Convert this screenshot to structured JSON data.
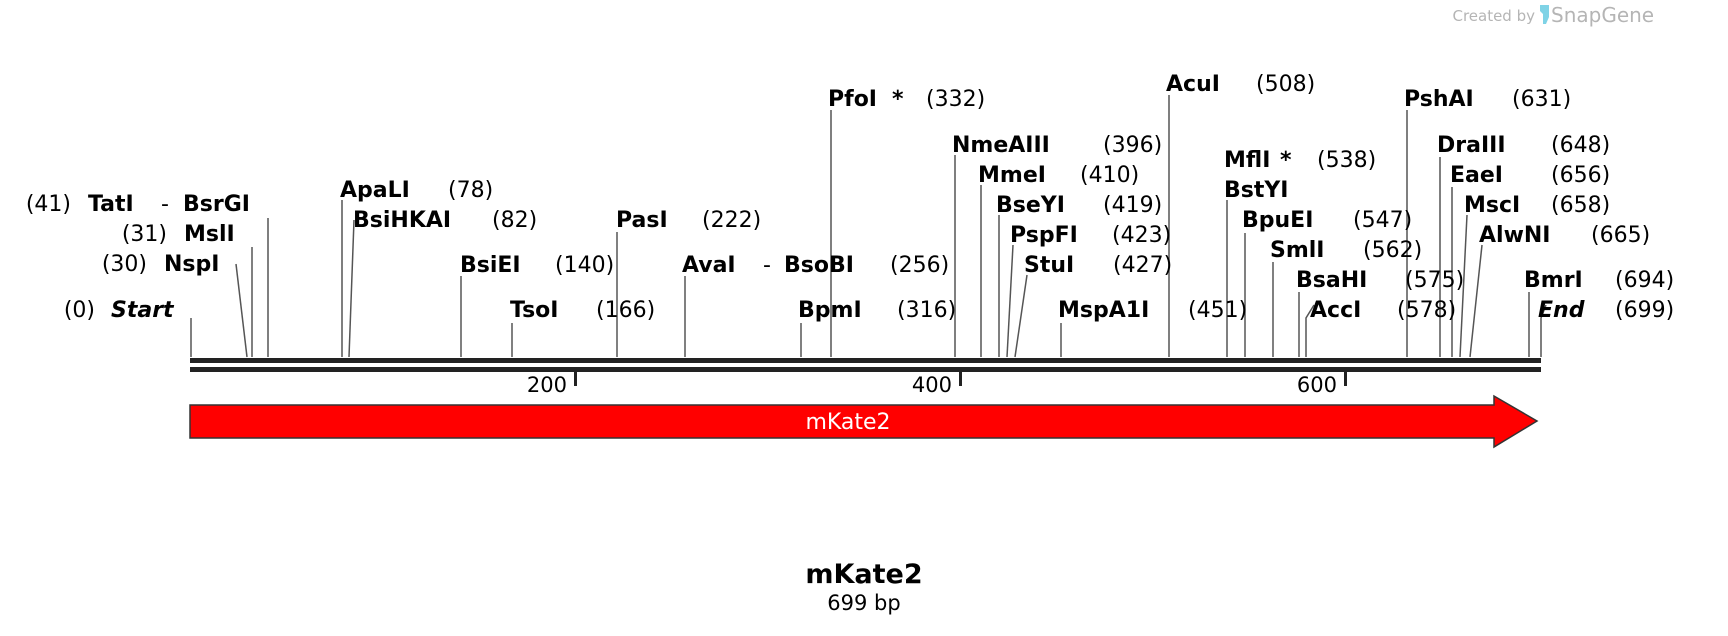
{
  "credit": {
    "prefix": "Created by",
    "brand": "SnapGene",
    "color": "#b5b5b5"
  },
  "sequence": {
    "name": "mKate2",
    "length_label": "699 bp",
    "length": 699
  },
  "ruler": {
    "ticks": [
      {
        "label": "200"
      },
      {
        "label": "400"
      },
      {
        "label": "600"
      }
    ]
  },
  "feature": {
    "label": "mKate2",
    "color": "#ff0000",
    "direction": "forward"
  },
  "sites": [
    {
      "name": "Start",
      "pos": "(0)",
      "italic": true
    },
    {
      "name": "NspI",
      "pos": "(30)"
    },
    {
      "name": "MslI",
      "pos": "(31)"
    },
    {
      "name": "TatI",
      "pos": "(41)",
      "joined_with": "BsrGI"
    },
    {
      "name": "BsrGI",
      "pos": ""
    },
    {
      "name": "ApaLI",
      "pos": "(78)"
    },
    {
      "name": "BsiHKAI",
      "pos": "(82)"
    },
    {
      "name": "BsiEI",
      "pos": "(140)"
    },
    {
      "name": "TsoI",
      "pos": "(166)"
    },
    {
      "name": "PasI",
      "pos": "(222)"
    },
    {
      "name": "AvaI",
      "pos": "",
      "joined_with": "BsoBI"
    },
    {
      "name": "BsoBI",
      "pos": "(256)"
    },
    {
      "name": "BpmI",
      "pos": "(316)"
    },
    {
      "name": "PfoI",
      "pos": "(332)",
      "star": "*"
    },
    {
      "name": "NmeAIII",
      "pos": "(396)"
    },
    {
      "name": "MmeI",
      "pos": "(410)"
    },
    {
      "name": "BseYI",
      "pos": "(419)"
    },
    {
      "name": "PspFI",
      "pos": "(423)"
    },
    {
      "name": "StuI",
      "pos": "(427)"
    },
    {
      "name": "MspA1I",
      "pos": "(451)"
    },
    {
      "name": "AcuI",
      "pos": "(508)"
    },
    {
      "name": "MflI",
      "pos": "(538)",
      "star": "*"
    },
    {
      "name": "BstYI",
      "pos": ""
    },
    {
      "name": "BpuEI",
      "pos": "(547)"
    },
    {
      "name": "SmlI",
      "pos": "(562)"
    },
    {
      "name": "BsaHI",
      "pos": "(575)"
    },
    {
      "name": "AccI",
      "pos": "(578)"
    },
    {
      "name": "PshAI",
      "pos": "(631)"
    },
    {
      "name": "DraIII",
      "pos": "(648)"
    },
    {
      "name": "EaeI",
      "pos": "(656)"
    },
    {
      "name": "MscI",
      "pos": "(658)"
    },
    {
      "name": "AlwNI",
      "pos": "(665)"
    },
    {
      "name": "BmrI",
      "pos": "(694)"
    },
    {
      "name": "End",
      "pos": "(699)",
      "italic": true
    }
  ]
}
